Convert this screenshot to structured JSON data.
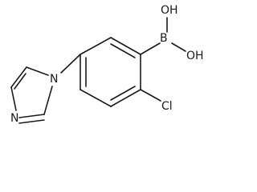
{
  "molecule": {
    "atom_labels": {
      "boron": "B",
      "hydroxyl_top": "OH",
      "hydroxyl_right": "OH",
      "chlorine": "Cl",
      "imidazole_n1": "N",
      "imidazole_n3": "N"
    }
  }
}
